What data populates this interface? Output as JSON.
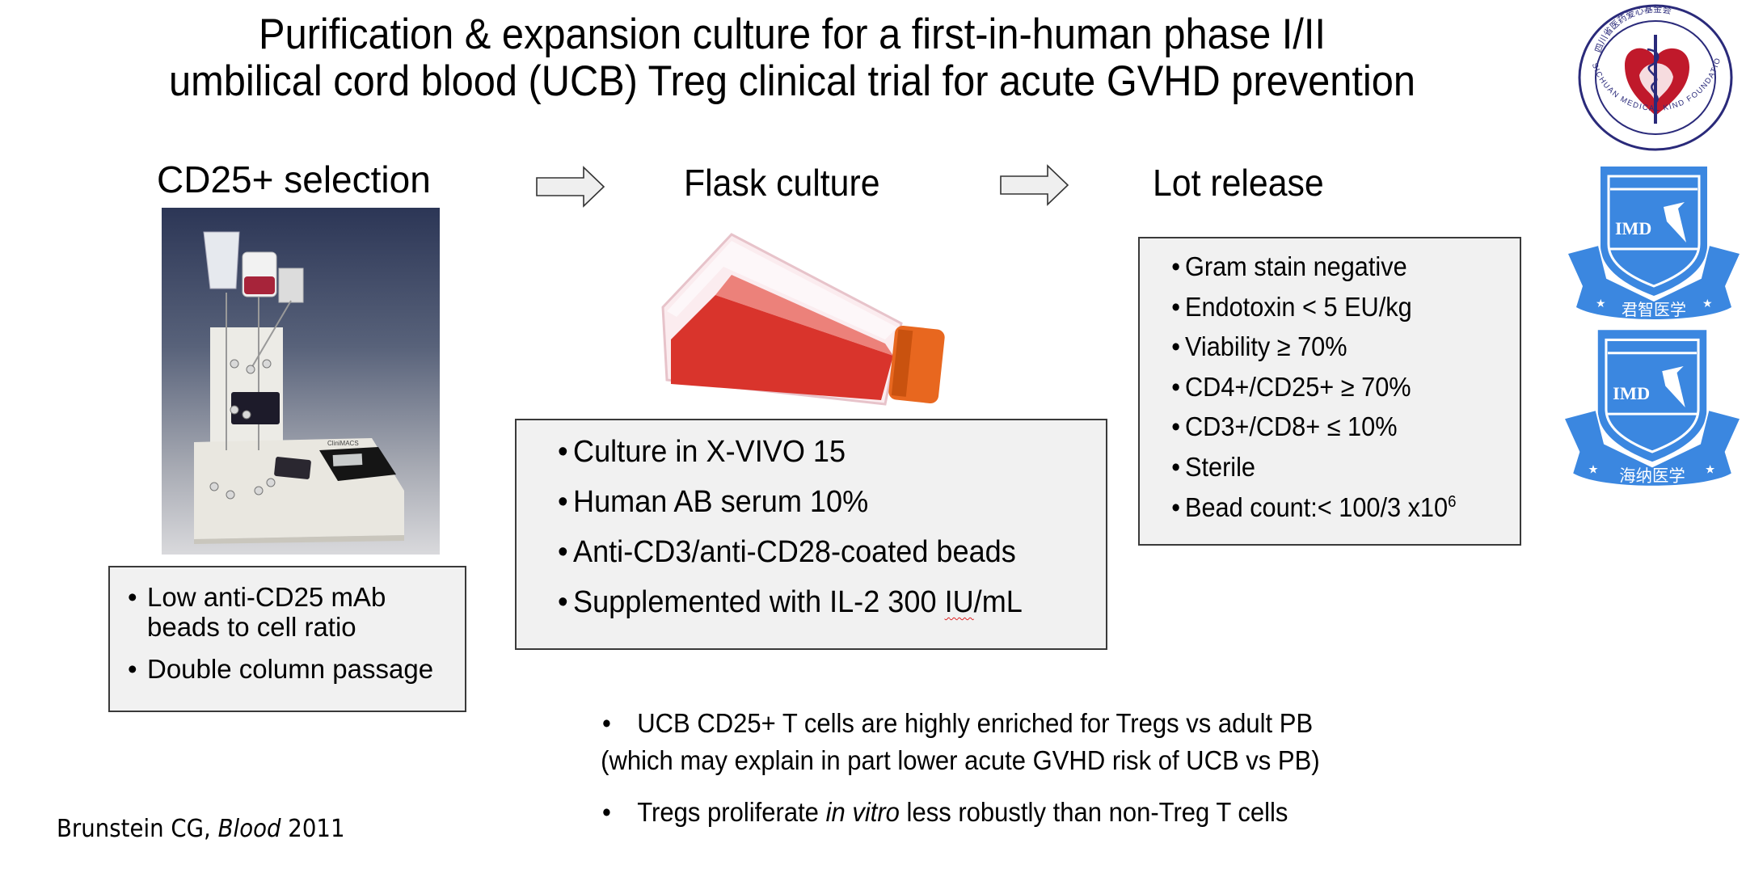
{
  "slide": {
    "title_line1": "Purification & expansion culture for a first-in-human phase I/II",
    "title_line2": "umbilical cord blood (UCB) Treg clinical trial for acute GVHD prevention",
    "steps": [
      {
        "heading": "CD25+ selection",
        "image_label": "CliniMACS",
        "bullets": [
          {
            "line1": "Low anti-CD25 mAb",
            "line2": "beads to cell ratio"
          },
          {
            "line1": "Double column passage"
          }
        ]
      },
      {
        "heading": "Flask culture",
        "bullets": [
          "Culture in X-VIVO 15",
          "Human AB serum 10%",
          "Anti-CD3/anti-CD28-coated beads",
          {
            "before": "Supplemented with IL-2 300 ",
            "underlined": "IU",
            "after": "/mL"
          }
        ]
      },
      {
        "heading": "Lot release",
        "bullets": [
          "Gram stain negative",
          "Endotoxin < 5 EU/kg",
          "Viability ≥ 70%",
          "CD4+/CD25+ ≥ 70%",
          "CD3+/CD8+ ≤ 10%",
          "Sterile",
          {
            "base": "Bead count:< 100/3 x10",
            "sup": "6"
          }
        ]
      }
    ],
    "bullet_glyph": "•",
    "notes": [
      {
        "line1": "UCB CD25+ T cells are highly enriched for Tregs vs adult PB",
        "line2": "(which may explain in part lower acute GVHD risk of UCB vs PB)"
      },
      {
        "before": "Tregs proliferate ",
        "italic": "in vitro",
        "after": " less robustly than non-Treg T cells"
      }
    ],
    "citation": {
      "author": "Brunstein CG, ",
      "journal": "Blood",
      "year": " 2011"
    }
  },
  "logos": {
    "foundation": {
      "cn": "四川省医药爱心基金会",
      "en": "SICHUAN MEDICAL KIND FOUNDATION",
      "ring_color": "#2a2a7a",
      "red": "#c0192b"
    },
    "imd1": {
      "text": "IMD",
      "banner": "君智医学",
      "color": "#3b87e0"
    },
    "imd2": {
      "text": "IMD",
      "banner": "海纳医学",
      "color": "#3b87e0"
    }
  }
}
